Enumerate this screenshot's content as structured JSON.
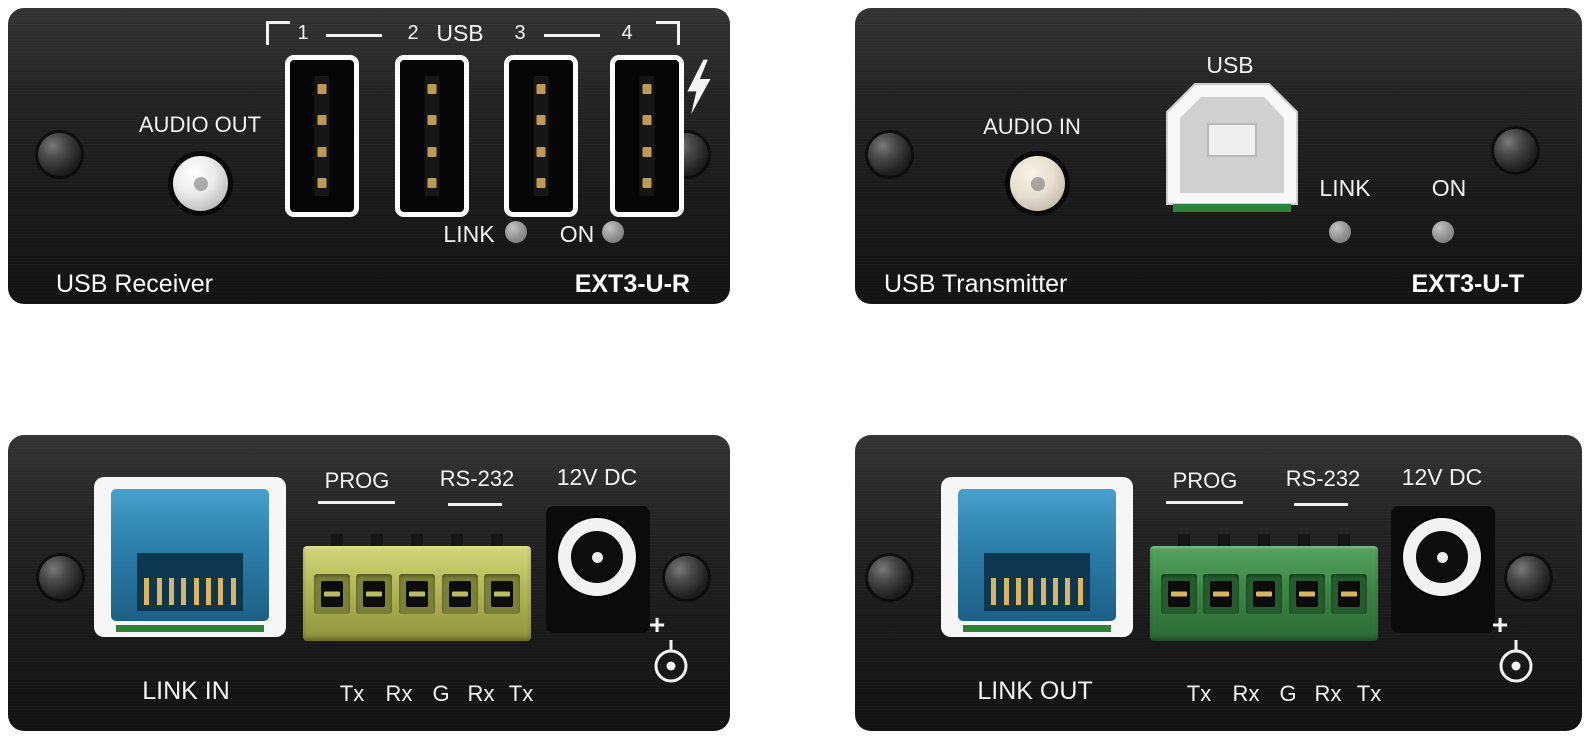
{
  "receiver_front": {
    "audio_label": "AUDIO OUT",
    "usb_group_label": "USB",
    "port_numbers": [
      "1",
      "2",
      "3",
      "4"
    ],
    "link_label": "LINK",
    "on_label": "ON",
    "title": "USB Receiver",
    "model": "EXT3-U-R"
  },
  "transmitter_front": {
    "audio_label": "AUDIO IN",
    "usb_port_label": "USB",
    "link_label": "LINK",
    "on_label": "ON",
    "title": "USB Transmitter",
    "model": "EXT3-U-T"
  },
  "receiver_rear": {
    "link_port_label": "LINK IN",
    "prog_label": "PROG",
    "rs232_label": "RS-232",
    "power_label": "12V DC",
    "terminal_pin_labels": [
      "Tx",
      "Rx",
      "G",
      "Rx",
      "Tx"
    ],
    "polarity_plus": "+"
  },
  "transmitter_rear": {
    "link_port_label": "LINK OUT",
    "prog_label": "PROG",
    "rs232_label": "RS-232",
    "power_label": "12V DC",
    "terminal_pin_labels": [
      "Tx",
      "Rx",
      "G",
      "Rx",
      "Tx"
    ],
    "polarity_plus": "+"
  },
  "colors": {
    "panel_black": "#1e1e1e",
    "label_white": "#f2f2f2",
    "rj45_blue": "#2b7fa9",
    "terminal_olive": "#b2b755",
    "terminal_green": "#3b8745",
    "contact_gold": "#c9a45c"
  }
}
